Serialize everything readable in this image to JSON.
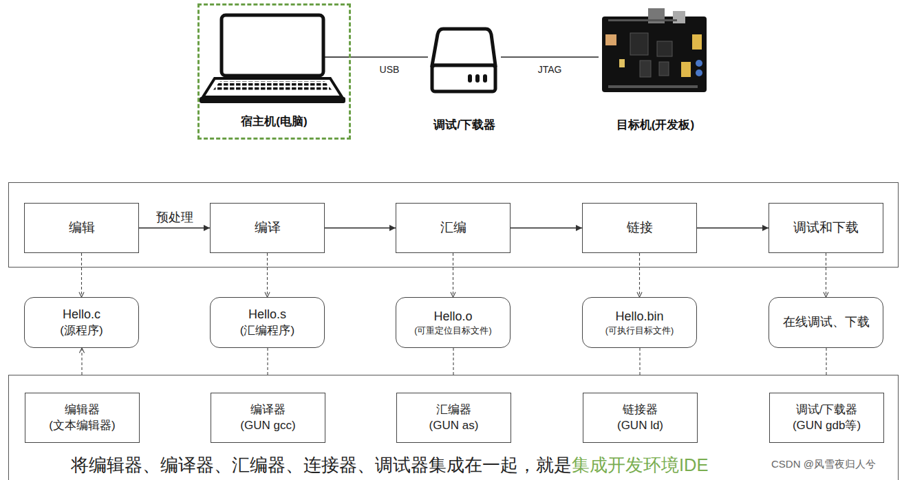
{
  "diagram": {
    "nodes": [
      {
        "text": [
          "宿主机(电脑)"
        ]
      },
      {
        "text": [
          "调试/下载器"
        ]
      },
      {
        "text": [
          "目标机(开发板)"
        ]
      },
      {
        "text": [
          "编辑"
        ]
      },
      {
        "text": [
          "编译"
        ]
      },
      {
        "text": [
          "汇编"
        ]
      },
      {
        "text": [
          "链接"
        ]
      },
      {
        "text": [
          "调试和下载"
        ]
      },
      {
        "text": [
          "Hello.c",
          "(源程序)"
        ]
      },
      {
        "text": [
          "Hello.s",
          "(汇编程序)"
        ]
      },
      {
        "text": [
          "Hello.o",
          "(可重定位目标文件)"
        ]
      },
      {
        "text": [
          "Hello.bin",
          "(可执行目标文件)"
        ]
      },
      {
        "text": [
          "在线调试、下载"
        ]
      },
      {
        "text": [
          "将编辑器、编译器、汇编器、连接器、调试器集成在一起，就是",
          "集成开发环境IDE"
        ]
      },
      {
        "text": [
          "编辑器",
          "(文本编辑器)"
        ],
        "in": 13
      },
      {
        "text": [
          "编译器",
          "(GUN gcc)"
        ],
        "in": 13
      },
      {
        "text": [
          "汇编器",
          "(GUN as)"
        ],
        "in": 13
      },
      {
        "text": [
          "链接器",
          "(GUN ld)"
        ],
        "in": 13
      },
      {
        "text": [
          "调试/下载器",
          "(GUN gdb等)"
        ],
        "in": 13
      }
    ],
    "edges": [
      {
        "from": 0,
        "to": 1,
        "arrow": "none",
        "label": "USB"
      },
      {
        "from": 1,
        "to": 2,
        "arrow": "none",
        "label": "JTAG"
      },
      {
        "from": 3,
        "to": 4,
        "arrow": "to",
        "label": "预处理"
      },
      {
        "from": 4,
        "to": 5,
        "arrow": "to"
      },
      {
        "from": 5,
        "to": 6,
        "arrow": "to"
      },
      {
        "from": 6,
        "to": 7,
        "arrow": "to"
      },
      {
        "from": 3,
        "to": 8,
        "arrow": "to"
      },
      {
        "from": 4,
        "to": 9,
        "arrow": "to"
      },
      {
        "from": 5,
        "to": 10,
        "arrow": "to"
      },
      {
        "from": 6,
        "to": 11,
        "arrow": "to"
      },
      {
        "from": 7,
        "to": 12,
        "arrow": "to"
      },
      {
        "from": 8,
        "to": 14,
        "arrow": "both"
      },
      {
        "from": 9,
        "to": 15,
        "arrow": "to"
      },
      {
        "from": 10,
        "to": 16,
        "arrow": "to"
      },
      {
        "from": 11,
        "to": 17,
        "arrow": "to"
      },
      {
        "from": 12,
        "to": 18,
        "arrow": "to"
      }
    ],
    "labels": [
      "CSDN @风雪夜归人兮"
    ]
  }
}
